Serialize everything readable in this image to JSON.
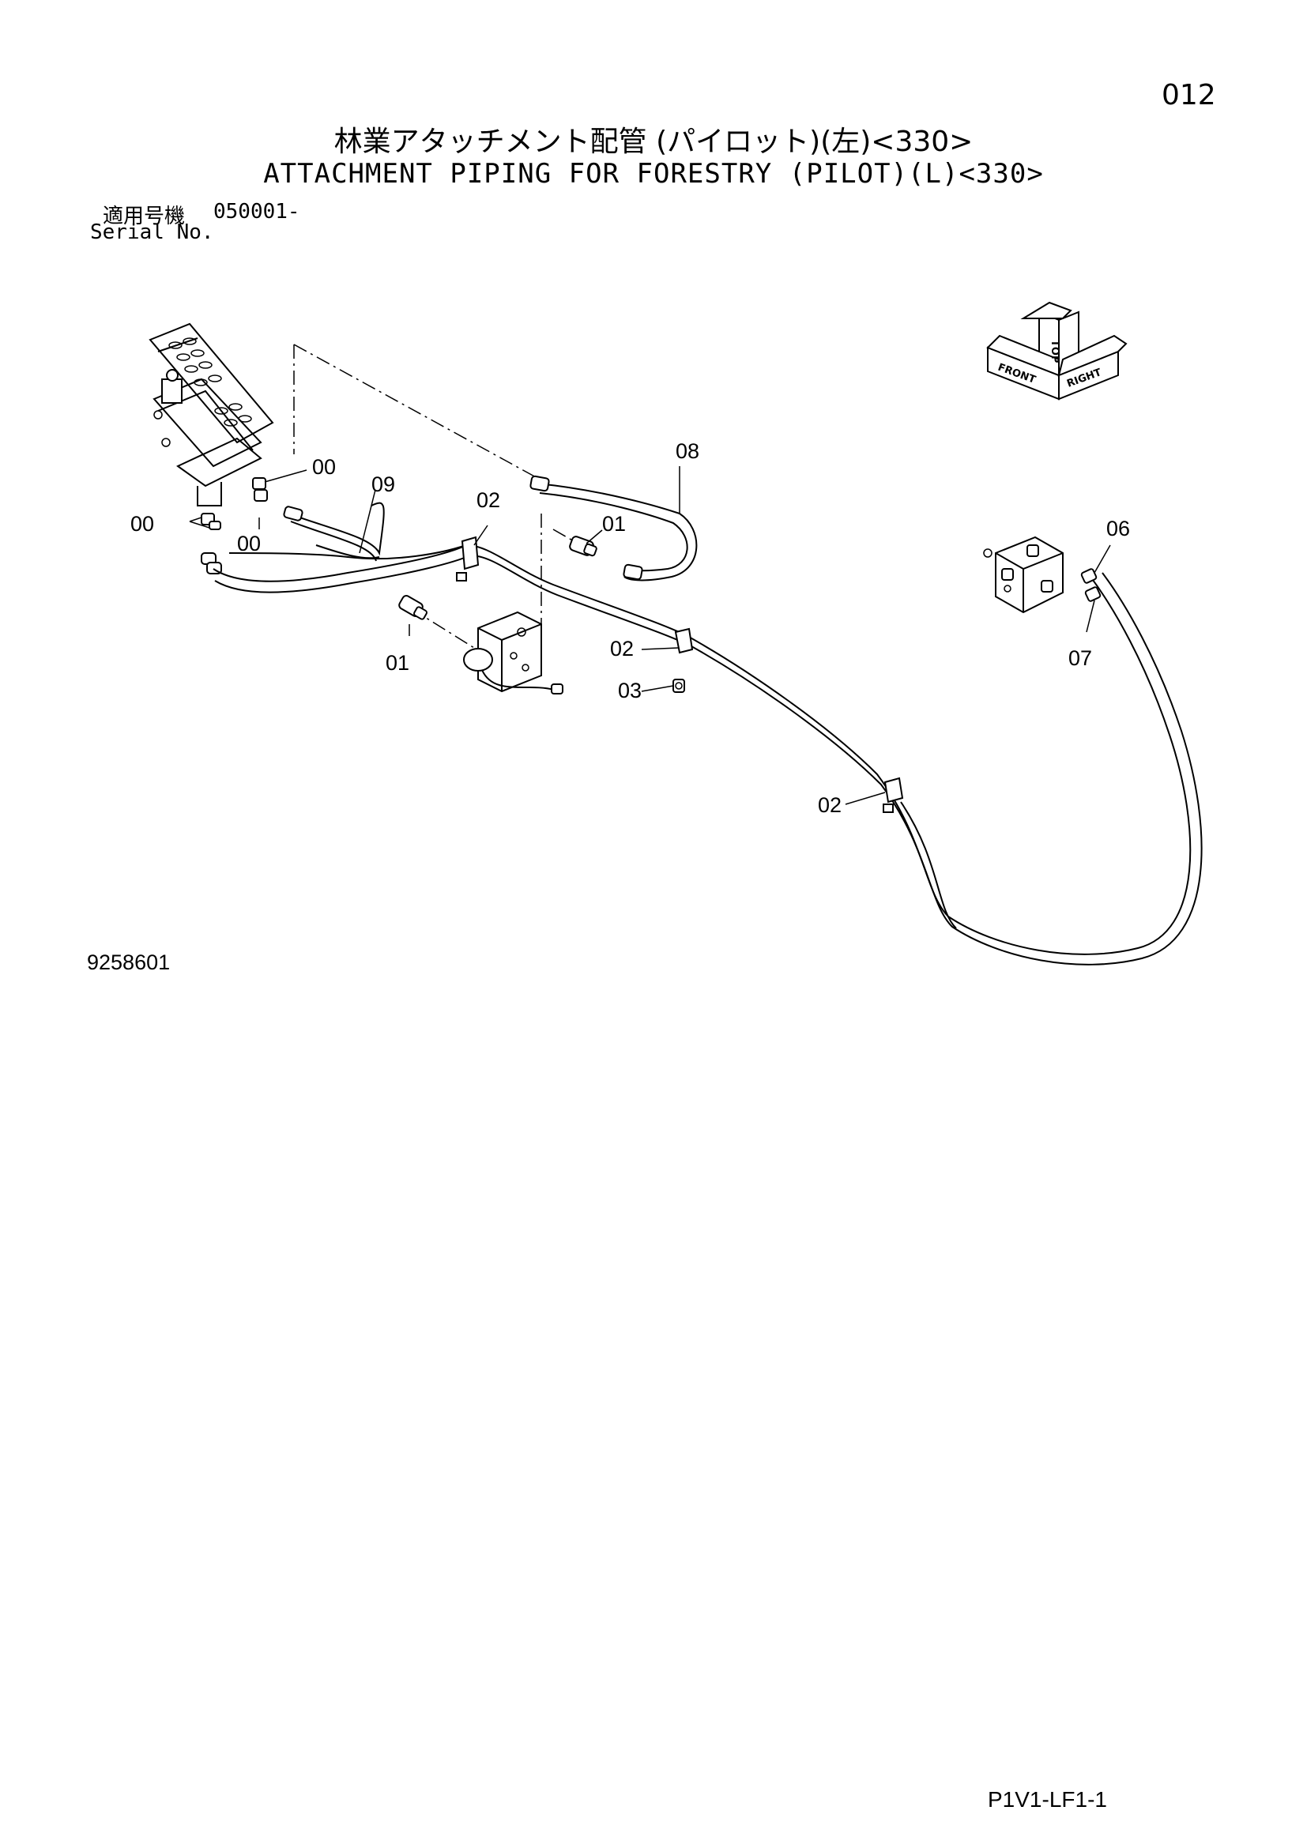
{
  "page_number": "012",
  "title_japanese": "林業アタッチメント配管 (パイロット)(左)<330>",
  "title_english": "ATTACHMENT PIPING FOR FORESTRY (PILOT)(L)<330>",
  "serial": {
    "label_japanese": "適用号機",
    "value": "050001-",
    "label_english": "Serial No."
  },
  "figure_number": "9258601",
  "footer_code": "P1V1-LF1-1",
  "orientation_symbol": {
    "labels": [
      "FRONT",
      "RIGHT",
      "TOP"
    ],
    "icon": "orientation-arrows-icon"
  },
  "callouts": {
    "c00_left": "00",
    "c00_top": "00",
    "c00_bottom": "00",
    "c09": "09",
    "c02_upper": "02",
    "c01_upper": "01",
    "c08": "08",
    "c01_lower": "01",
    "c02_mid": "02",
    "c03": "03",
    "c02_lower": "02",
    "c06": "06",
    "c07": "07"
  }
}
